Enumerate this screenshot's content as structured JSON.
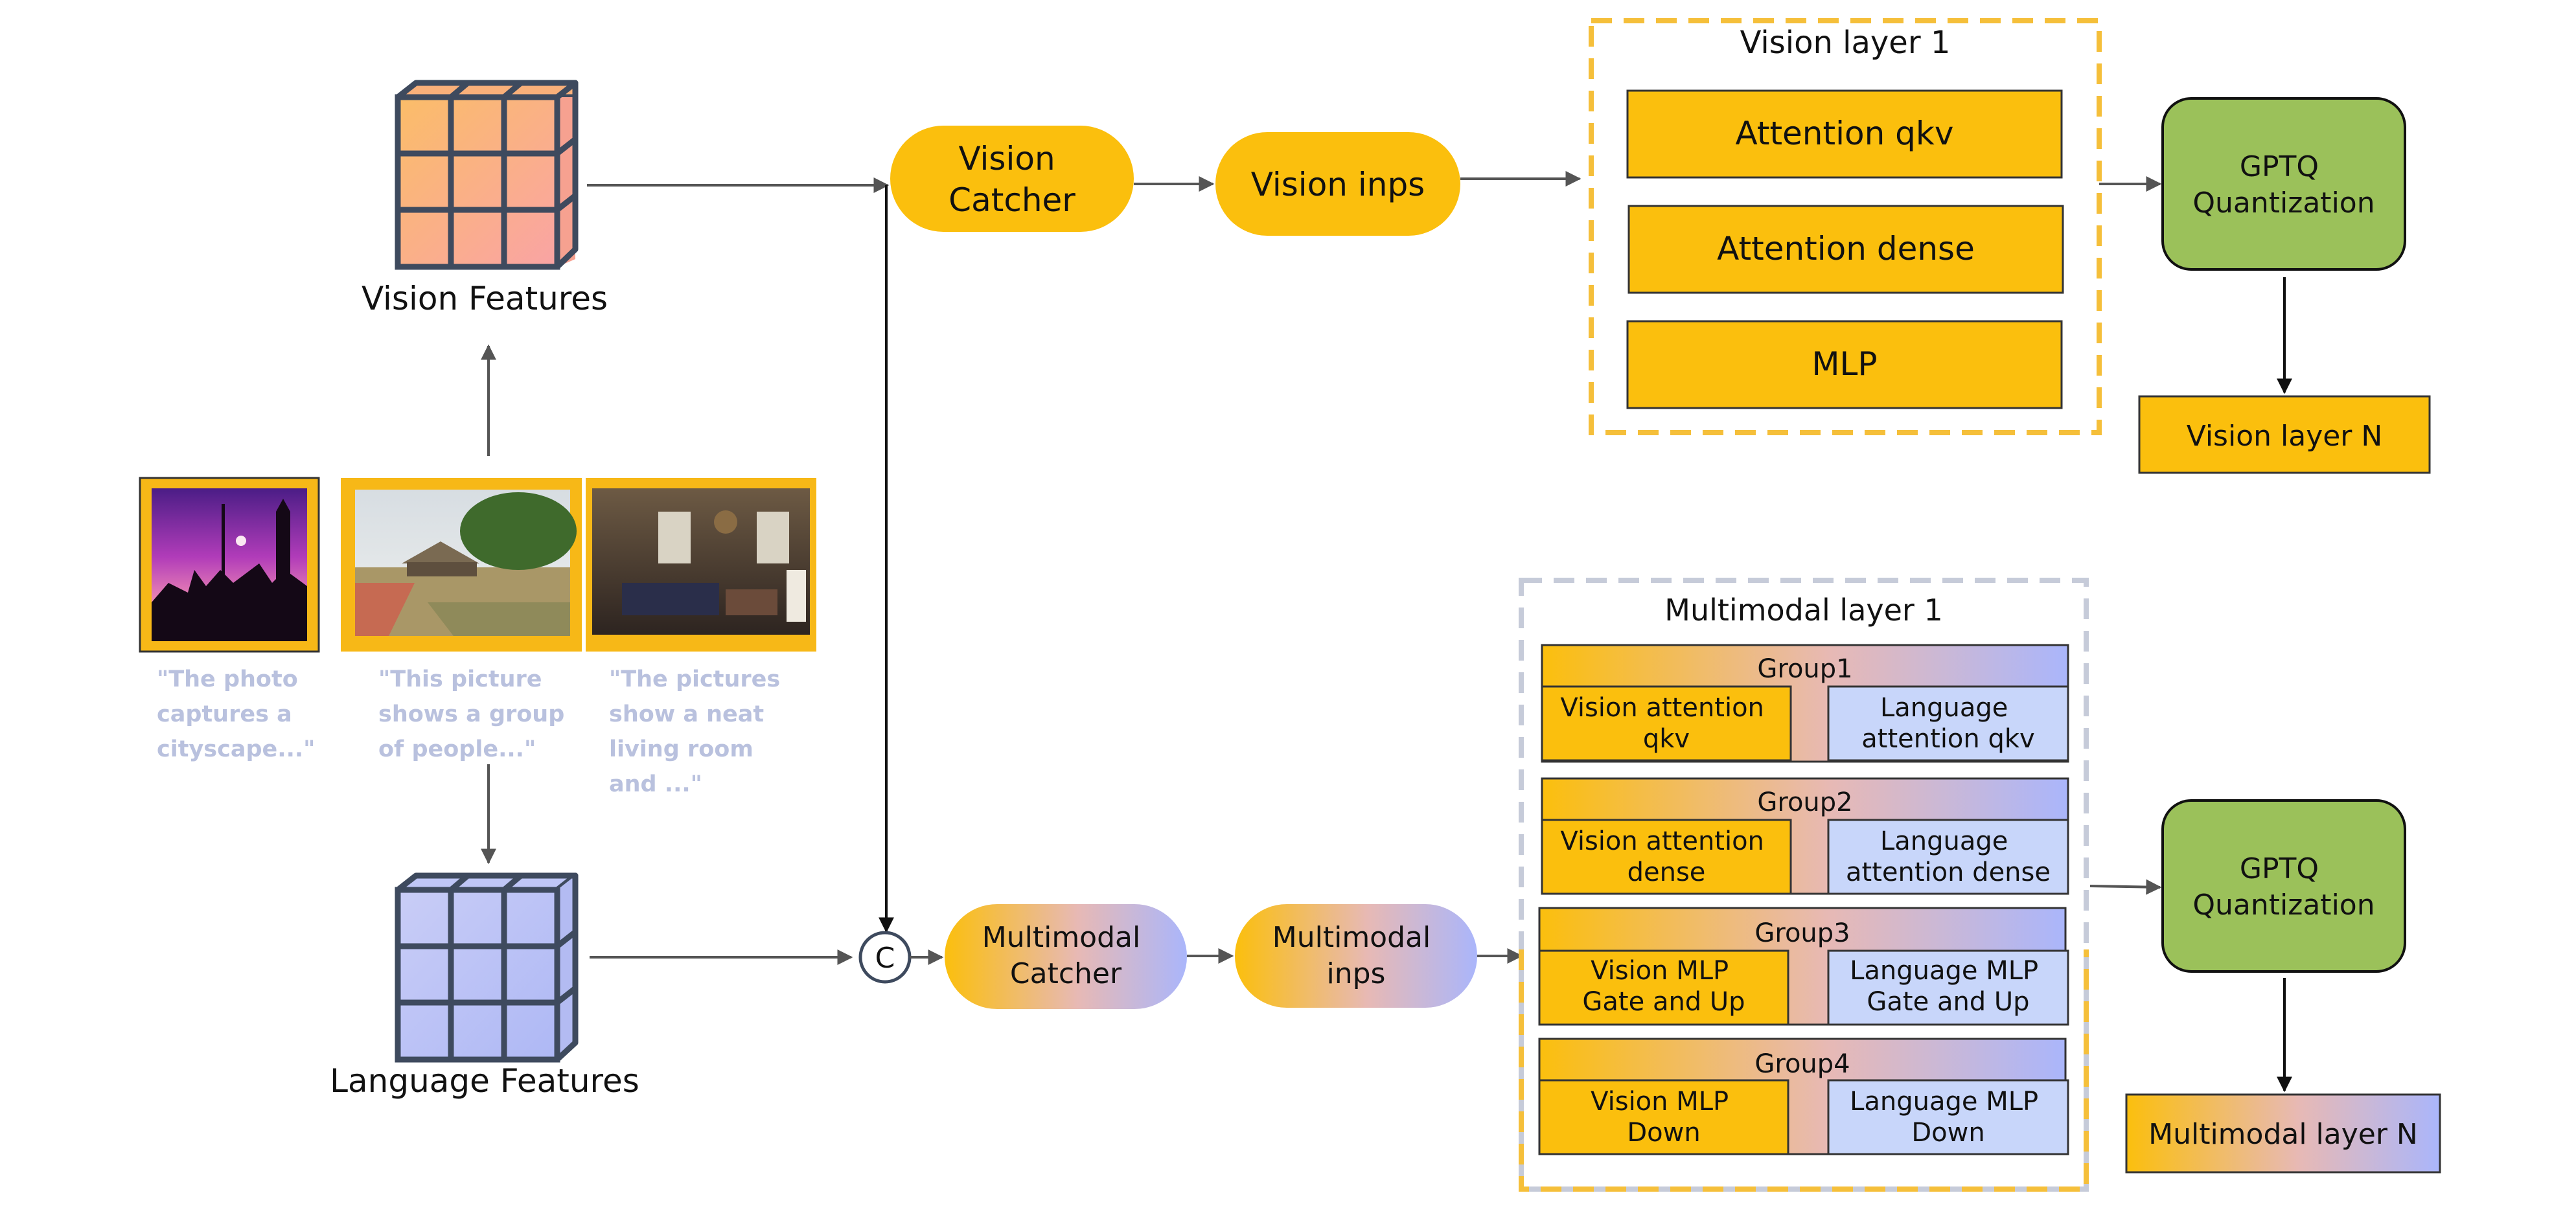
{
  "vision_features": {
    "label": "Vision Features"
  },
  "language_features": {
    "label": "Language Features"
  },
  "captions": [
    {
      "lines": [
        "\"The photo",
        "captures a",
        "cityscape...\""
      ]
    },
    {
      "lines": [
        "\"This picture",
        "shows a group",
        "of people...\""
      ]
    },
    {
      "lines": [
        "\"The pictures",
        "show a neat",
        "living room",
        "and ...\""
      ]
    }
  ],
  "vision_catcher": {
    "lines": [
      "Vision",
      "Catcher"
    ]
  },
  "vision_inps": {
    "label": "Vision inps"
  },
  "concat_symbol": "C",
  "multimodal_catcher": {
    "lines": [
      "Multimodal",
      "Catcher"
    ]
  },
  "multimodal_inps": {
    "lines": [
      "Multimodal",
      "inps"
    ]
  },
  "vision_layer_1": {
    "title": "Vision layer 1",
    "blocks": [
      "Attention qkv",
      "Attention dense",
      "MLP"
    ]
  },
  "gptq_top": {
    "lines": [
      "GPTQ",
      "Quantization"
    ]
  },
  "vision_layer_n": {
    "label": "Vision layer N"
  },
  "multimodal_layer_1": {
    "title": "Multimodal layer 1",
    "groups": [
      {
        "name": "Group1",
        "vision": [
          "Vision attention",
          "qkv"
        ],
        "language": [
          "Language",
          "attention qkv"
        ]
      },
      {
        "name": "Group2",
        "vision": [
          "Vision attention",
          "dense"
        ],
        "language": [
          "Language",
          "attention dense"
        ]
      },
      {
        "name": "Group3",
        "vision": [
          "Vision MLP",
          "Gate and Up"
        ],
        "language": [
          "Language MLP",
          "Gate and Up"
        ]
      },
      {
        "name": "Group4",
        "vision": [
          "Vision MLP",
          "Down"
        ],
        "language": [
          "Language MLP",
          "Down"
        ]
      }
    ]
  },
  "gptq_bottom": {
    "lines": [
      "GPTQ",
      "Quantization"
    ]
  },
  "multimodal_layer_n": {
    "label": "Multimodal layer N"
  },
  "colors": {
    "orange": "#fbbf0d",
    "lavender": "#b4bdfb",
    "light_blue": "#c8d6fa",
    "green": "#9bc15a",
    "dashed_yellow": "#f5bf3a",
    "dashed_gray": "#c6cbd9",
    "caption": "#b9c1de",
    "cube_frame": "#3e4a5e",
    "arrow": "#555555"
  }
}
